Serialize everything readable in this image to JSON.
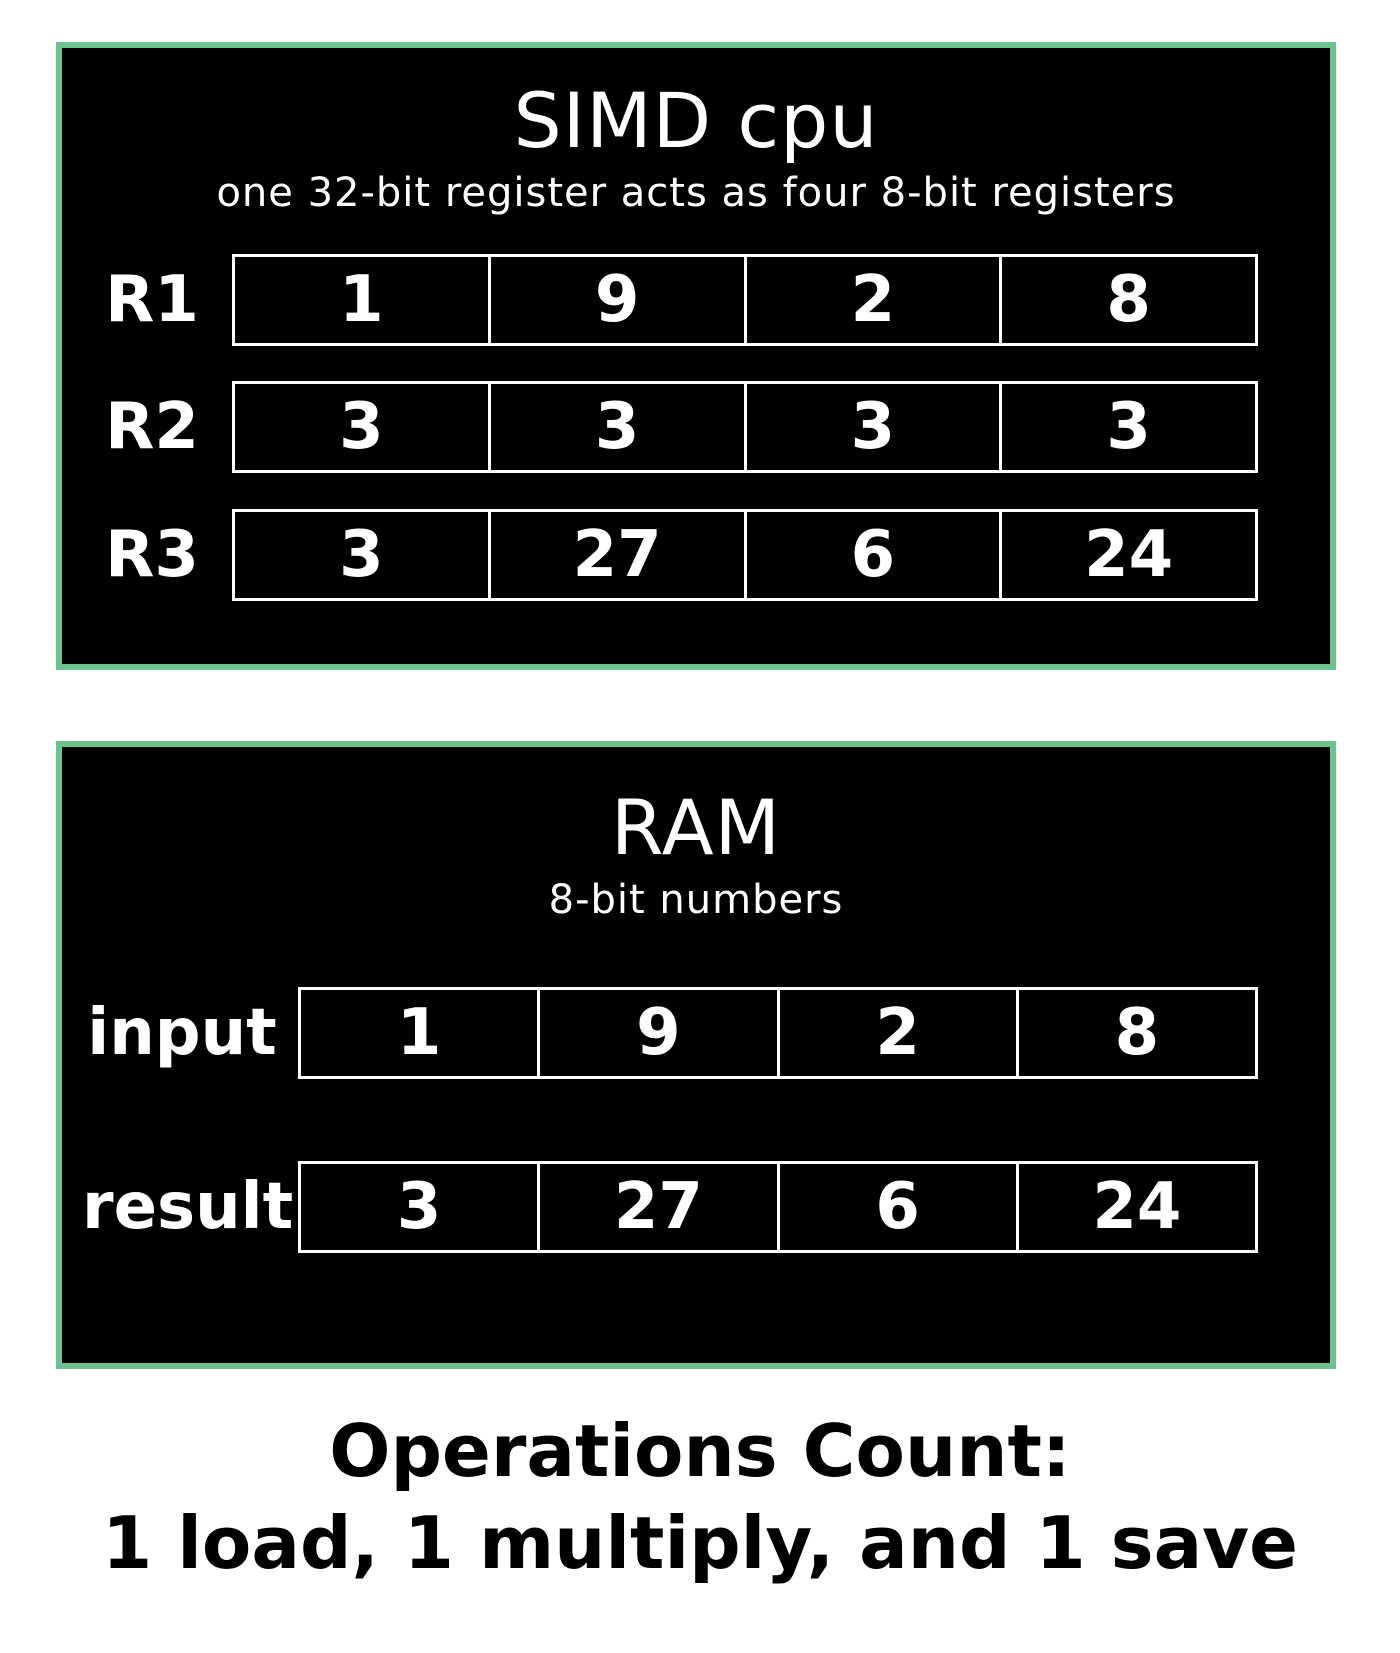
{
  "cpu": {
    "title": "SIMD cpu",
    "subtitle": "one 32-bit register acts as four 8-bit registers",
    "registers": [
      {
        "label": "R1",
        "values": [
          "1",
          "9",
          "2",
          "8"
        ]
      },
      {
        "label": "R2",
        "values": [
          "3",
          "3",
          "3",
          "3"
        ]
      },
      {
        "label": "R3",
        "values": [
          "3",
          "27",
          "6",
          "24"
        ]
      }
    ]
  },
  "ram": {
    "title": "RAM",
    "subtitle": "8-bit numbers",
    "rows": [
      {
        "label": "input",
        "values": [
          "1",
          "9",
          "2",
          "8"
        ]
      },
      {
        "label": "result",
        "values": [
          "3",
          "27",
          "6",
          "24"
        ]
      }
    ]
  },
  "operations": {
    "line1": "Operations Count:",
    "line2": "1 load, 1 multiply, and 1 save"
  },
  "colors": {
    "panel_border": "#6cc38f",
    "panel_background": "#000000",
    "text_on_panel": "#ffffff"
  }
}
